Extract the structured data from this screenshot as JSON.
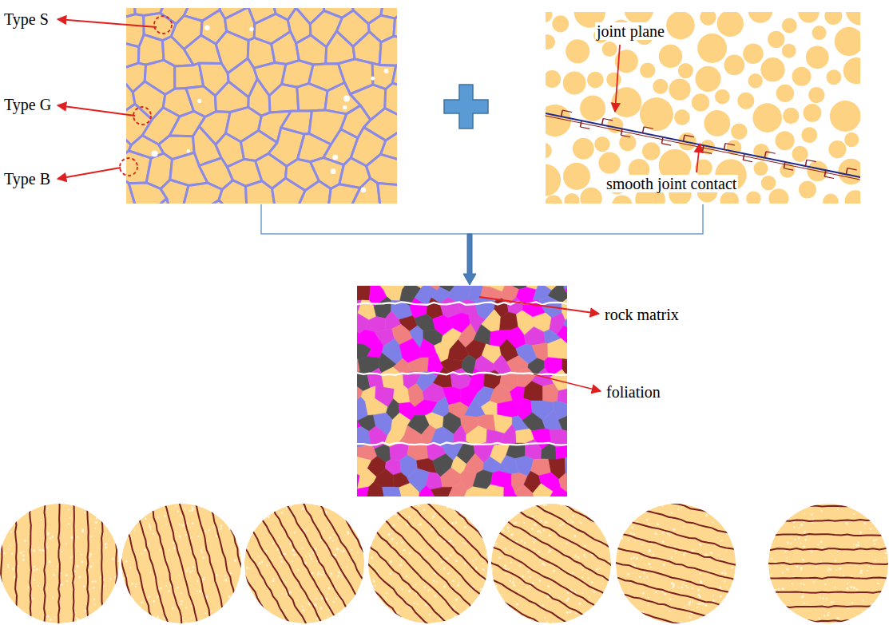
{
  "diagram": {
    "labels": [
      "Type S",
      "Type G",
      "Type B",
      "joint plane",
      "smooth joint contact",
      "rock matrix",
      "foliation"
    ]
  }
}
